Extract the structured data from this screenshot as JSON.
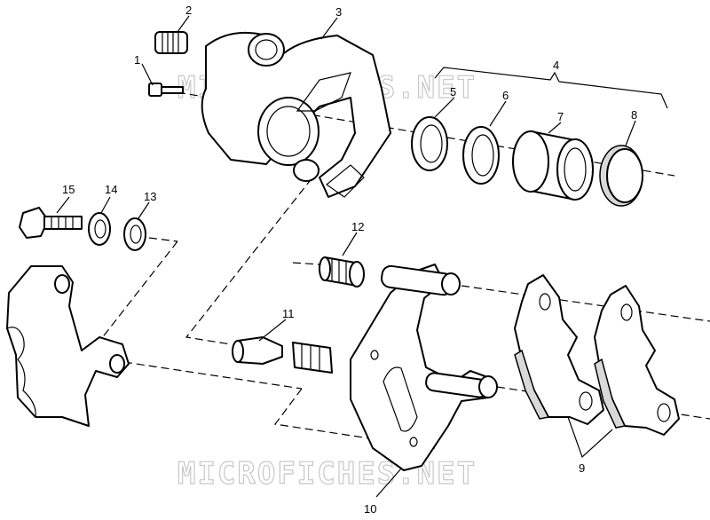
{
  "watermark": "MICROFICHES.NET",
  "callouts": [
    "1",
    "2",
    "3",
    "4",
    "5",
    "6",
    "7",
    "8",
    "9",
    "10",
    "11",
    "12",
    "13",
    "14",
    "15"
  ]
}
